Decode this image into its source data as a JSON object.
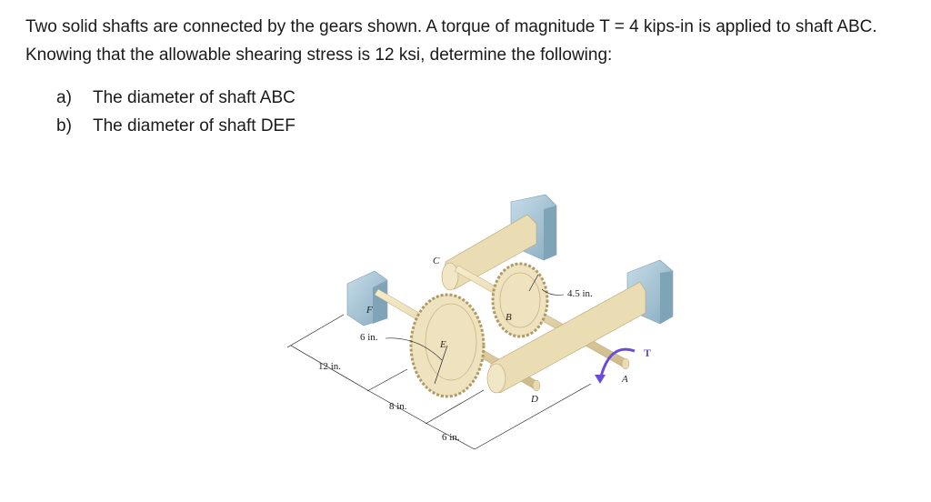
{
  "problem": {
    "statement": "Two solid shafts are connected by the gears shown. A torque of magnitude T = 4 kips-in is applied to shaft ABC. Knowing that the allowable shearing stress is 12 ksi, determine the following:",
    "parts": [
      {
        "marker": "a)",
        "text": "The diameter of shaft ABC"
      },
      {
        "marker": "b)",
        "text": "The diameter of shaft DEF"
      }
    ]
  },
  "figure": {
    "labels": {
      "A": "A",
      "B": "B",
      "C": "C",
      "D": "D",
      "E": "E",
      "F": "F",
      "T": "T"
    },
    "dimensions": {
      "gear_B_radius": "4.5 in.",
      "gear_E_radius": "6 in.",
      "length_1": "12 in.",
      "length_2": "8 in.",
      "length_3": "6 in."
    },
    "colors": {
      "support_block": "#a9c6d6",
      "shaft": "#e8d9b0",
      "gear": "#efe2bf",
      "torque_arrow": "#6a4cd8"
    }
  }
}
